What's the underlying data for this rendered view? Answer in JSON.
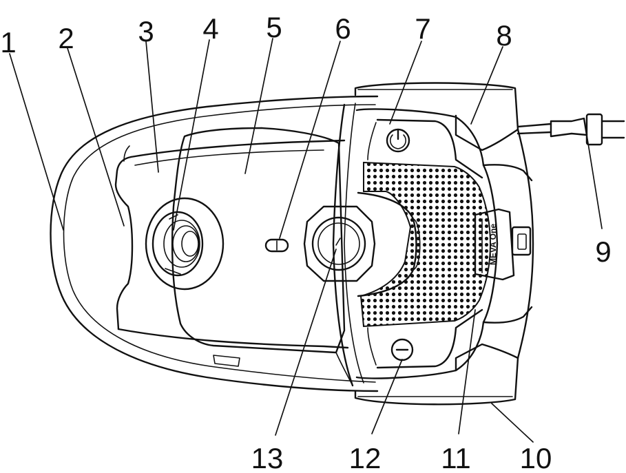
{
  "diagram": {
    "callouts": [
      {
        "id": "1",
        "label": "1"
      },
      {
        "id": "2",
        "label": "2"
      },
      {
        "id": "3",
        "label": "3"
      },
      {
        "id": "4",
        "label": "4"
      },
      {
        "id": "5",
        "label": "5"
      },
      {
        "id": "6",
        "label": "6"
      },
      {
        "id": "7",
        "label": "7"
      },
      {
        "id": "8",
        "label": "8"
      },
      {
        "id": "9",
        "label": "9"
      },
      {
        "id": "10",
        "label": "10"
      },
      {
        "id": "11",
        "label": "11"
      },
      {
        "id": "12",
        "label": "12"
      },
      {
        "id": "13",
        "label": "13"
      }
    ],
    "handle_text": "MEVA One",
    "icons": {
      "power": "power-icon",
      "minus": "minus-icon"
    }
  }
}
